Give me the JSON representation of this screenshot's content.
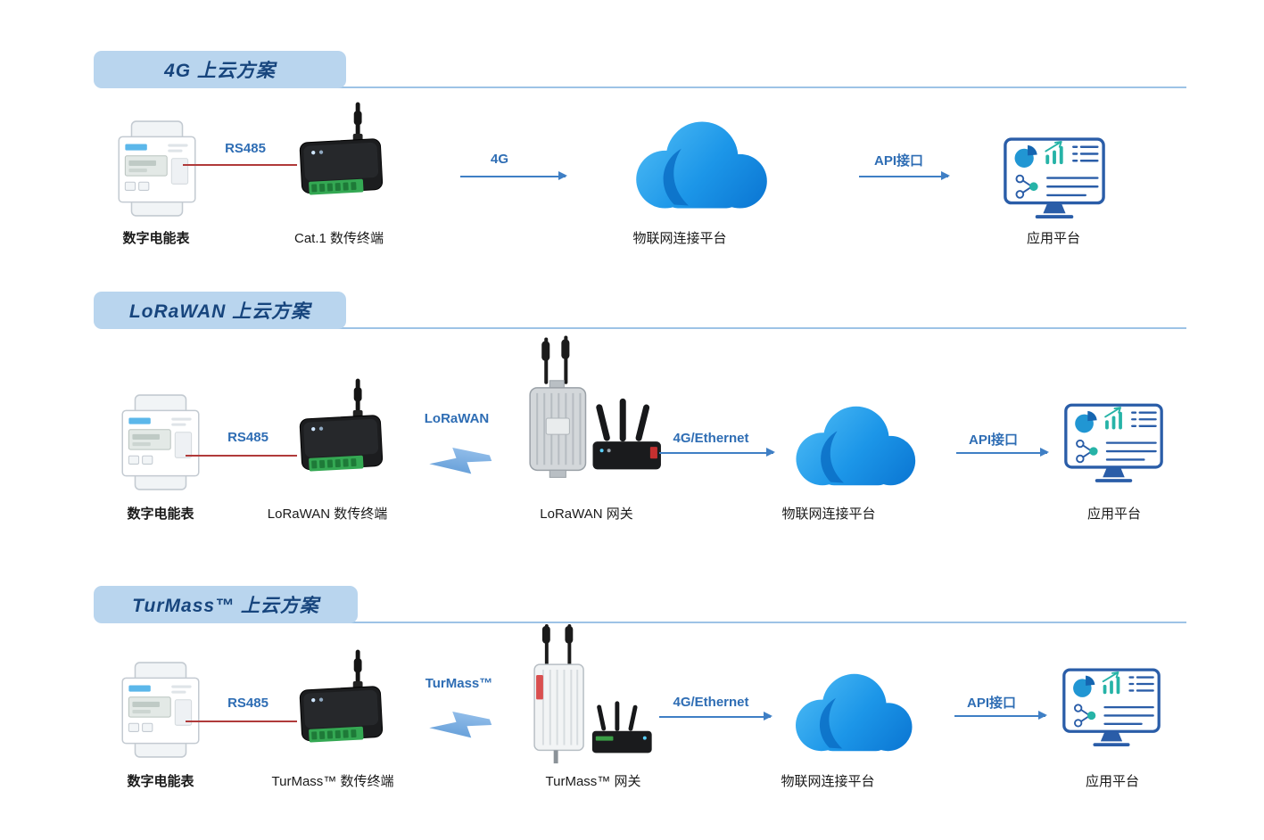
{
  "colors": {
    "banner-bg": "#b9d5ee",
    "banner-text": "#17457d",
    "rule-blue": "#9dc3e6",
    "link-blue": "#3f7fc5",
    "label-blue": "#2e6db4",
    "bus-red": "#b03a3a",
    "text-dark": "#1a1a1a",
    "cloud-light": "#4dbbf5",
    "cloud-dark": "#0c78d4",
    "monitor-outline": "#2a5da8",
    "monitor-teal": "#26b3a7",
    "terminal-green": "#34a853"
  },
  "sections": [
    {
      "title": "4G 上云方案",
      "meter": "数字电能表",
      "bus": "RS485",
      "terminal": "Cat.1 数传终端",
      "link": "4G",
      "cloud": "物联网连接平台",
      "api": "API接口",
      "app": "应用平台"
    },
    {
      "title": "LoRaWAN 上云方案",
      "meter": "数字电能表",
      "bus": "RS485",
      "terminal": "LoRaWAN 数传终端",
      "wireless": "LoRaWAN",
      "gateway": "LoRaWAN 网关",
      "uplink": "4G/Ethernet",
      "cloud": "物联网连接平台",
      "api": "API接口",
      "app": "应用平台"
    },
    {
      "title": "TurMass™ 上云方案",
      "meter": "数字电能表",
      "bus": "RS485",
      "terminal": "TurMass™ 数传终端",
      "wireless": "TurMass™",
      "gateway": "TurMass™ 网关",
      "uplink": "4G/Ethernet",
      "cloud": "物联网连接平台",
      "api": "API接口",
      "app": "应用平台"
    }
  ]
}
